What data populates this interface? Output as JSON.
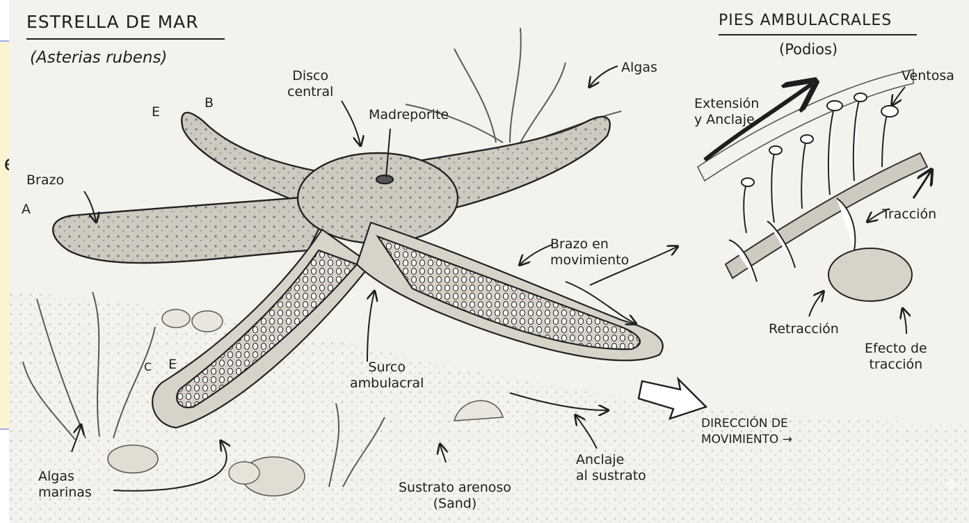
{
  "side_card": {
    "partial_text": "e"
  },
  "starfish": {
    "title": "ESTRELLA DE MAR",
    "subtitle": "(Asterias rubens)",
    "arm_marks": {
      "a": "A",
      "b": "B",
      "e1": "E",
      "c": "C",
      "e2": "E"
    },
    "labels": {
      "disco_central": "Disco\ncentral",
      "madreporite": "Madreporite",
      "algas": "Algas",
      "brazo": "Brazo",
      "brazo_en_movimiento": "Brazo en\nmovimiento",
      "surco_ambulacral": "Surco\nambulacral",
      "algas_marinas": "Algas\nmarinas",
      "sustrato_arenoso": "Sustrato arenoso\n(Sand)",
      "anclaje": "Anclaje\nal sustrato",
      "direccion": "DIRECCIÓN DE\nMOVIMIENTO →"
    }
  },
  "podios": {
    "title": "PIES AMBULACRALES",
    "subtitle": "(Podios)",
    "labels": {
      "extension": "Extensión\ny Anclaje",
      "ventosa": "Ventosa",
      "traccion": "Tracción",
      "retraccion": "Retracción",
      "efecto": "Efecto de\ntracción"
    }
  },
  "colors": {
    "paper": "#f4f2ec",
    "ink": "#1e1e1e",
    "card": "#fbf4d2",
    "card_border": "#9bb0e6"
  }
}
